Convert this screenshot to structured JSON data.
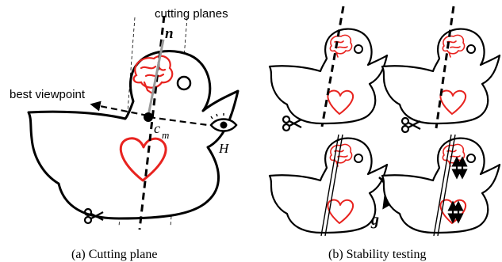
{
  "labels": {
    "cutting_planes": "cutting planes",
    "normal": "n",
    "best_viewpoint": "best viewpoint",
    "centroid": "c",
    "centroid_sub": "m",
    "eye": "H",
    "gravity": "g"
  },
  "captions": {
    "a": "(a) Cutting plane",
    "b": "(b) Stability testing"
  },
  "colors": {
    "organ_red": "#e8231f",
    "normal_gray": "#9a9a9a",
    "ink": "#000000"
  },
  "icons": [
    "scissors-icon",
    "eye-icon",
    "heart-icon",
    "brain-icon"
  ]
}
